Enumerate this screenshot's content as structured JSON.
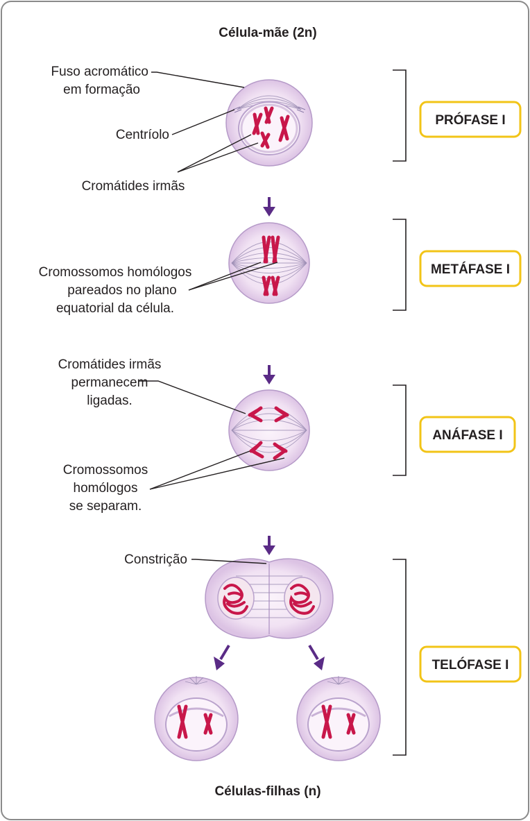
{
  "title_top": "Célula-mãe (2n)",
  "title_bottom": "Células-filhas (n)",
  "phases": {
    "prophase": "PRÓFASE I",
    "metaphase": "METÁFASE I",
    "anaphase": "ANÁFASE I",
    "telophase": "TELÓFASE I"
  },
  "labels": {
    "fuso_line1": "Fuso acromático",
    "fuso_line2": "em formação",
    "centriolo": "Centríolo",
    "cromatides": "Cromátides irmãs",
    "homologos_line1": "Cromossomos homólogos",
    "homologos_line2": "pareados no plano",
    "homologos_line3": "equatorial da célula.",
    "ligadas_line1": "Cromátides irmãs",
    "ligadas_line2": "permanecem",
    "ligadas_line3": "ligadas.",
    "separam_line1": "Cromossomos",
    "separam_line2": "homólogos",
    "separam_line3": "se separam.",
    "constricao": "Constrição"
  },
  "colors": {
    "frame": "#8a8a8a",
    "phase_box_border": "#f2c417",
    "chromosome": "#c8174a",
    "arrow": "#5a2b86",
    "cell_fill": "#ead8ee"
  }
}
